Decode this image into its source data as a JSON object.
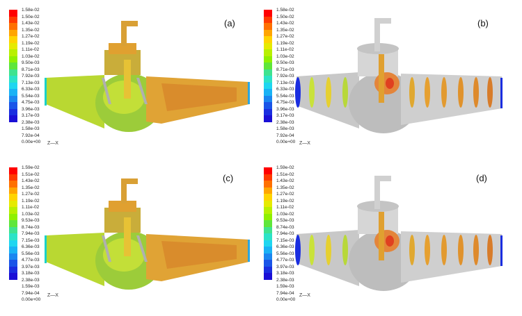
{
  "colormap": [
    "#ff0000",
    "#ff3a00",
    "#ff7000",
    "#ffa500",
    "#ffd400",
    "#e6ea00",
    "#b8f000",
    "#8ff000",
    "#5fe63a",
    "#3fe38f",
    "#2ce3c7",
    "#1fd6f0",
    "#19b2f5",
    "#1a86f0",
    "#1a55e8",
    "#1a2ee0",
    "#1a0fd6"
  ],
  "panels": [
    {
      "id": "a",
      "label": "(a)",
      "ticks": [
        "1.58e-02",
        "1.50e-02",
        "1.43e-02",
        "1.35e-02",
        "1.27e-02",
        "1.19e-02",
        "1.11e-02",
        "1.03e-02",
        "9.50e-03",
        "8.71e-03",
        "7.92e-03",
        "7.13e-03",
        "6.33e-03",
        "5.54e-03",
        "4.75e-03",
        "3.96e-03",
        "3.17e-03",
        "2.38e-03",
        "1.58e-03",
        "7.92e-04",
        "0.00e+00"
      ],
      "axes": "Z—X",
      "style": "section"
    },
    {
      "id": "b",
      "label": "(b)",
      "ticks": [
        "1.58e-02",
        "1.50e-02",
        "1.43e-02",
        "1.35e-02",
        "1.27e-02",
        "1.19e-02",
        "1.11e-02",
        "1.03e-02",
        "9.50e-03",
        "8.71e-03",
        "7.92e-03",
        "7.13e-03",
        "6.33e-03",
        "5.54e-03",
        "4.75e-03",
        "3.96e-03",
        "3.17e-03",
        "2.38e-03",
        "1.58e-03",
        "7.92e-04",
        "0.00e+00"
      ],
      "axes": "Z—X",
      "style": "slices"
    },
    {
      "id": "c",
      "label": "(c)",
      "ticks": [
        "1.59e-02",
        "1.51e-02",
        "1.43e-02",
        "1.35e-02",
        "1.27e-02",
        "1.19e-02",
        "1.11e-02",
        "1.03e-02",
        "9.53e-03",
        "8.74e-03",
        "7.94e-03",
        "7.15e-03",
        "6.36e-03",
        "5.56e-03",
        "4.77e-03",
        "3.97e-03",
        "3.18e-03",
        "2.38e-03",
        "1.59e-03",
        "7.94e-04",
        "0.00e+00"
      ],
      "axes": "Z—X",
      "style": "section"
    },
    {
      "id": "d",
      "label": "(d)",
      "ticks": [
        "1.59e-02",
        "1.51e-02",
        "1.43e-02",
        "1.35e-02",
        "1.27e-02",
        "1.19e-02",
        "1.11e-02",
        "1.03e-02",
        "9.53e-03",
        "8.74e-03",
        "7.94e-03",
        "7.15e-03",
        "6.36e-03",
        "5.56e-03",
        "4.77e-03",
        "3.97e-03",
        "3.18e-03",
        "2.38e-03",
        "1.59e-03",
        "7.94e-04",
        "0.00e+00"
      ],
      "axes": "Z—X",
      "style": "slices"
    }
  ]
}
